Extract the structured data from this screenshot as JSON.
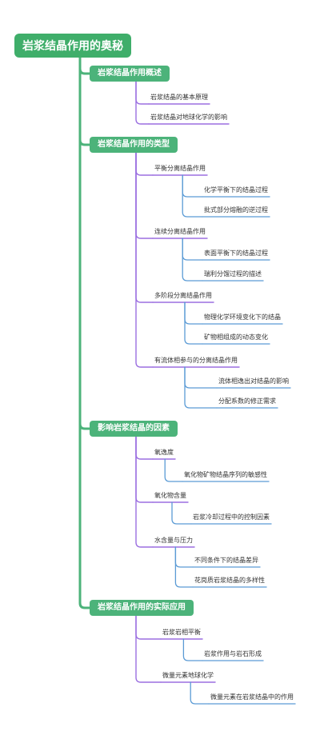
{
  "root": "岩浆结晶作用的奥秘",
  "sections": [
    {
      "label": "岩浆结晶作用概述",
      "children": [
        {
          "label": "岩浆结晶的基本原理",
          "children": []
        },
        {
          "label": "岩浆结晶对地球化学的影响",
          "children": []
        }
      ]
    },
    {
      "label": "岩浆结晶作用的类型",
      "children": [
        {
          "label": "平衡分离结晶作用",
          "children": [
            "化学平衡下的结晶过程",
            "批式部分熔融的逆过程"
          ]
        },
        {
          "label": "连续分离结晶作用",
          "children": [
            "表面平衡下的结晶过程",
            "瑞利分馏过程的描述"
          ]
        },
        {
          "label": "多阶段分离结晶作用",
          "children": [
            "物理化学环境变化下的结晶",
            "矿物相组成的动态变化"
          ]
        },
        {
          "label": "有流体相参与的分离结晶作用",
          "children": [
            "流体相逸出对结晶的影响",
            "分配系数的修正需求"
          ]
        }
      ]
    },
    {
      "label": "影响岩浆结晶的因素",
      "children": [
        {
          "label": "氧逸度",
          "children": [
            "氧化物矿物结晶序列的敏感性"
          ]
        },
        {
          "label": "氧化物含量",
          "children": [
            "岩浆冷却过程中的控制因素"
          ]
        },
        {
          "label": "水含量与压力",
          "children": [
            "不同条件下的结晶差异",
            "花岗质岩浆结晶的多样性"
          ]
        }
      ]
    },
    {
      "label": "岩浆结晶作用的实际应用",
      "children": [
        {
          "label": "岩浆岩相平衡",
          "children": [
            "岩浆作用与岩石形成"
          ]
        },
        {
          "label": "微量元素地球化学",
          "children": [
            "微量元素在岩浆结晶中的作用"
          ]
        }
      ]
    }
  ]
}
